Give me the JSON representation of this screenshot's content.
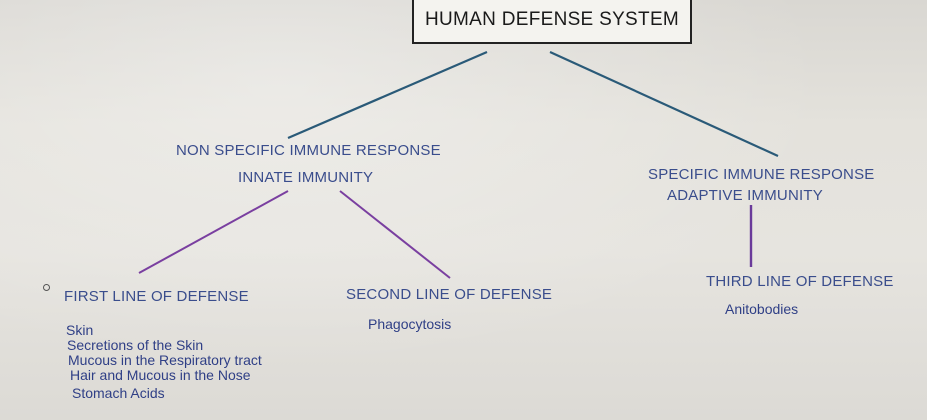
{
  "title": "HUMAN DEFENSE SYSTEM",
  "nonspecific": {
    "heading": "NON SPECIFIC IMMUNE RESPONSE",
    "subheading": "INNATE IMMUNITY"
  },
  "specific": {
    "heading": "SPECIFIC IMMUNE RESPONSE",
    "subheading": "ADAPTIVE IMMUNITY"
  },
  "first_line": {
    "heading": "FIRST LINE OF DEFENSE",
    "items": [
      "Skin",
      "Secretions of the Skin",
      "Mucous in the Respiratory tract",
      "Hair and Mucous in the Nose",
      "Stomach Acids"
    ]
  },
  "second_line": {
    "heading": "SECOND LINE OF DEFENSE",
    "item": "Phagocytosis"
  },
  "third_line": {
    "heading": "THIRD LINE OF DEFENSE",
    "item": "Anitobodies"
  },
  "colors": {
    "text": "#3a4d8c",
    "top_connectors": "#2a5a78",
    "innate_connectors": "#7a3fa0",
    "specific_connector": "#6a3a9a"
  }
}
